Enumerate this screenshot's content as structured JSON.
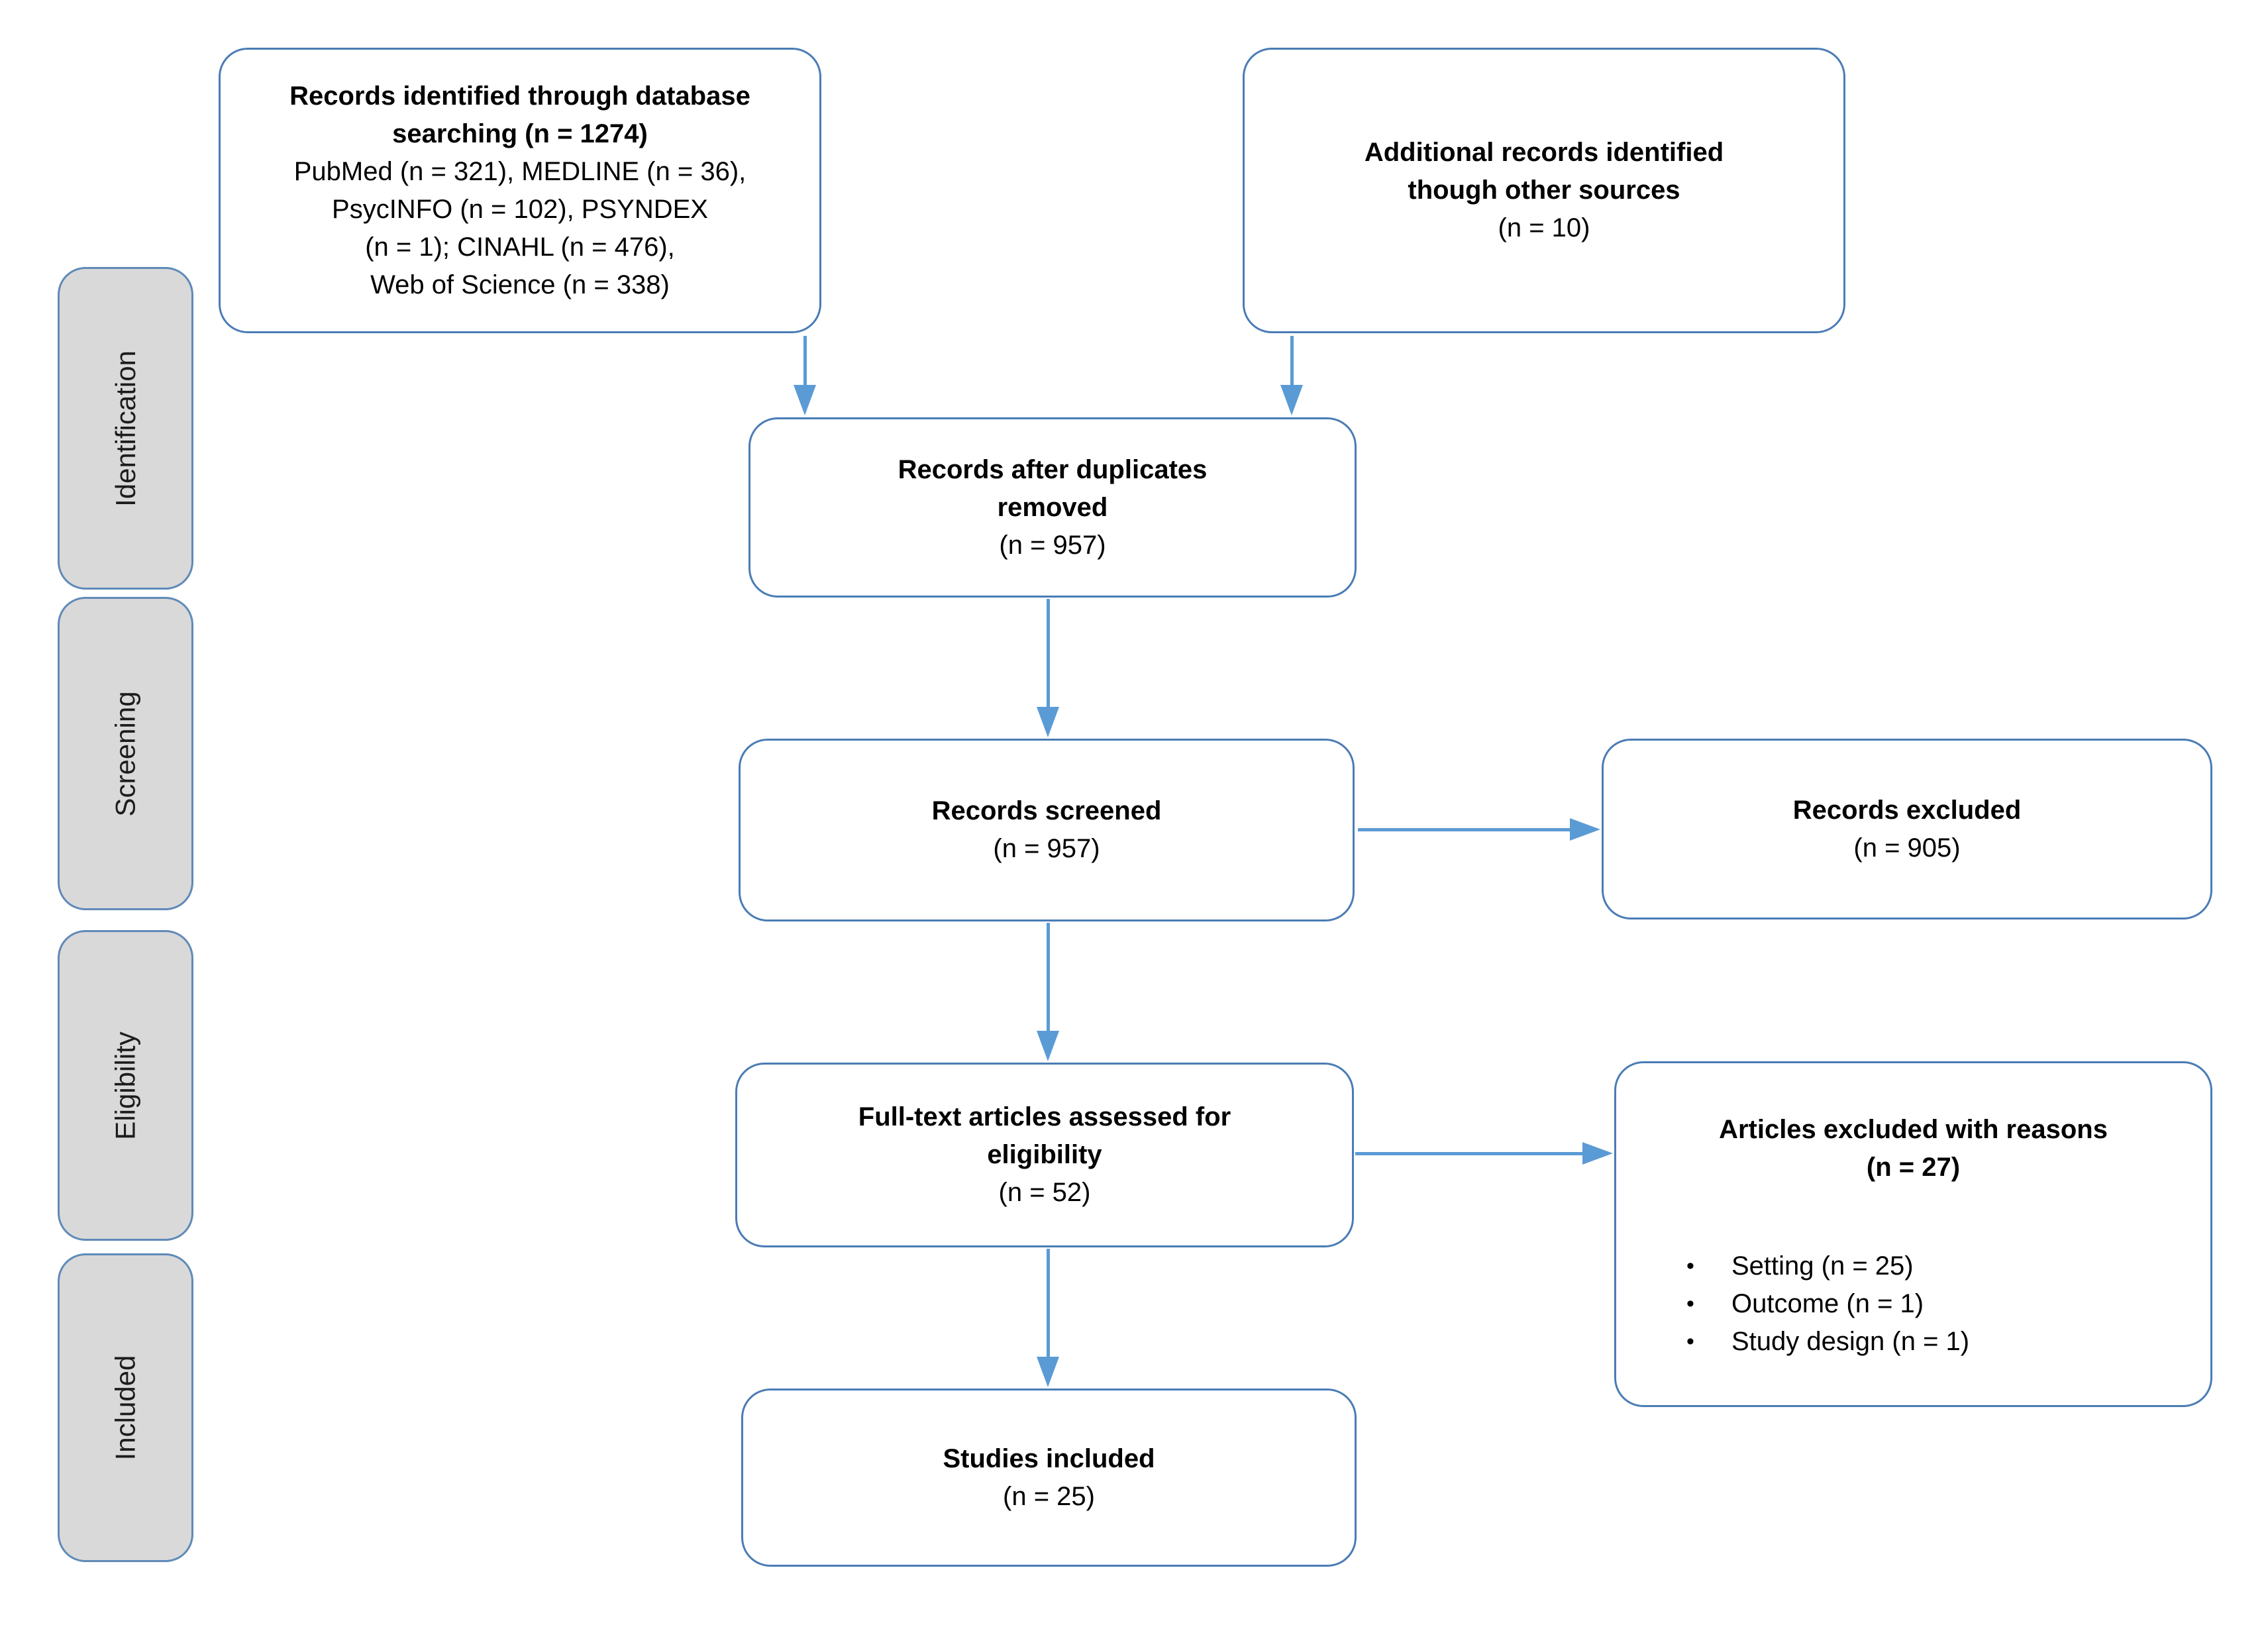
{
  "stages": [
    {
      "label": "Identification"
    },
    {
      "label": "Screening"
    },
    {
      "label": "Eligibility"
    },
    {
      "label": "Included"
    }
  ],
  "boxes": {
    "identified": {
      "title": [
        "Records identified through database",
        "searching (n = 1274)"
      ],
      "body": [
        "PubMed (n = 321), MEDLINE (n = 36),",
        "PsycINFO (n = 102), PSYNDEX",
        "(n = 1); CINAHL (n = 476),",
        "Web of Science (n = 338)"
      ]
    },
    "additional": {
      "title": [
        "Additional records identified",
        "though other sources"
      ],
      "n": "(n = 10)"
    },
    "duplicates": {
      "title": [
        "Records after duplicates",
        "removed"
      ],
      "n": "(n = 957)"
    },
    "screened": {
      "title": [
        "Records screened"
      ],
      "n": "(n = 957)"
    },
    "records_excluded": {
      "title": [
        "Records excluded"
      ],
      "n": "(n = 905)"
    },
    "fulltext": {
      "title": [
        "Full-text articles assessed for",
        "eligibility"
      ],
      "n": "(n = 52)"
    },
    "reasons": {
      "title": [
        "Articles excluded with reasons",
        "(n = 27)"
      ],
      "bullets": [
        "Setting (n = 25)",
        "Outcome (n = 1)",
        "Study design (n = 1)"
      ]
    },
    "included": {
      "title": [
        "Studies included"
      ],
      "n": "(n = 25)"
    }
  },
  "colors": {
    "box_border": "#4a7cb5",
    "arrow": "#5b9bd5",
    "stage_fill": "#d9d9d9",
    "text": "#000000"
  }
}
